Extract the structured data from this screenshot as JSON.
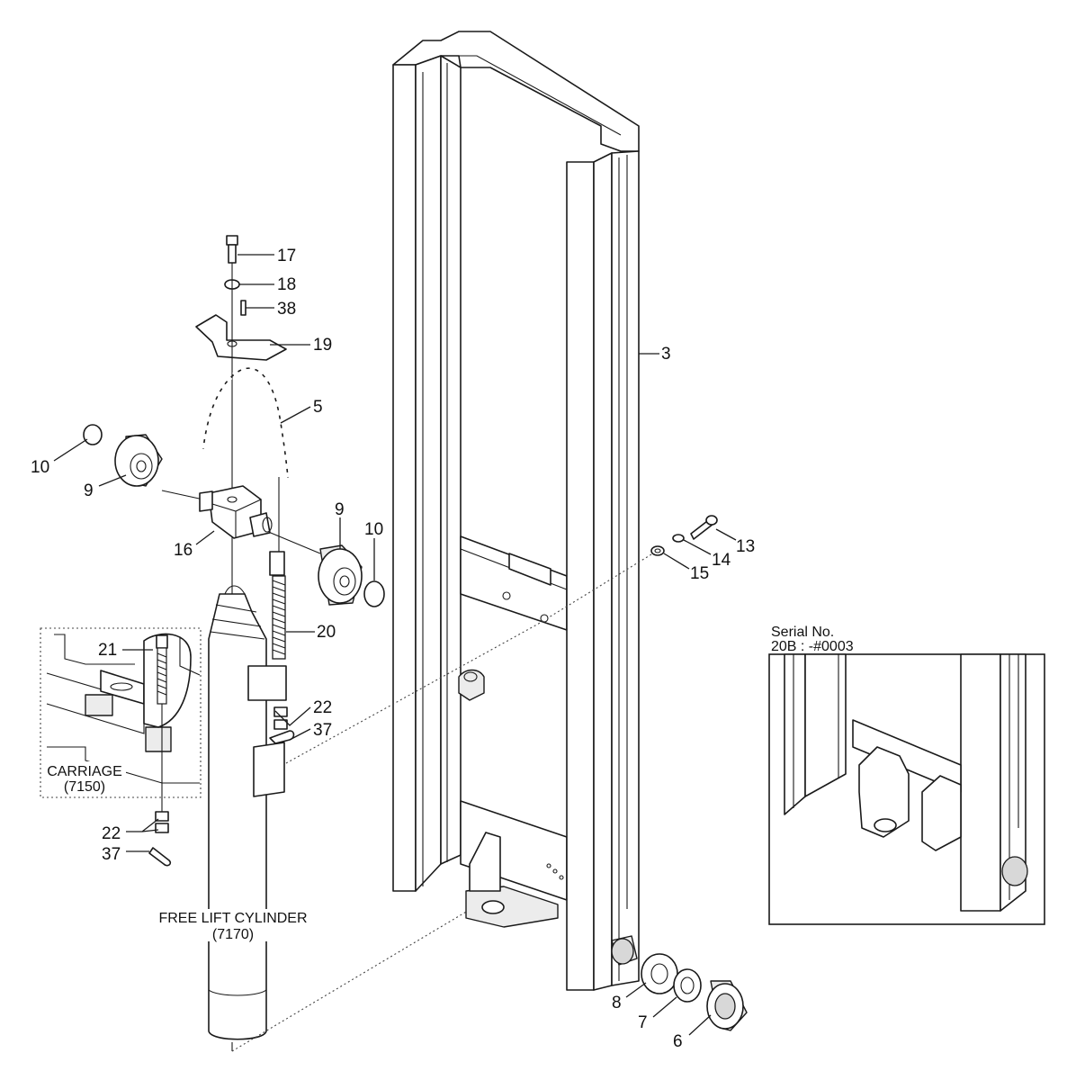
{
  "callouts": {
    "c3": "3",
    "c5": "5",
    "c6": "6",
    "c7": "7",
    "c8": "8",
    "c9a": "9",
    "c9b": "9",
    "c10a": "10",
    "c10b": "10",
    "c13": "13",
    "c14": "14",
    "c15": "15",
    "c16": "16",
    "c17": "17",
    "c18": "18",
    "c19": "19",
    "c20": "20",
    "c21": "21",
    "c22a": "22",
    "c22b": "22",
    "c37a": "37",
    "c37b": "37",
    "c38": "38"
  },
  "references": {
    "carriage_name": "CARRIAGE",
    "carriage_code": "(7150)",
    "cylinder_name": "FREE LIFT CYLINDER",
    "cylinder_code": "(7170)"
  },
  "inset": {
    "serial_heading": "Serial No.",
    "serial_range": "20B : -#0003"
  }
}
